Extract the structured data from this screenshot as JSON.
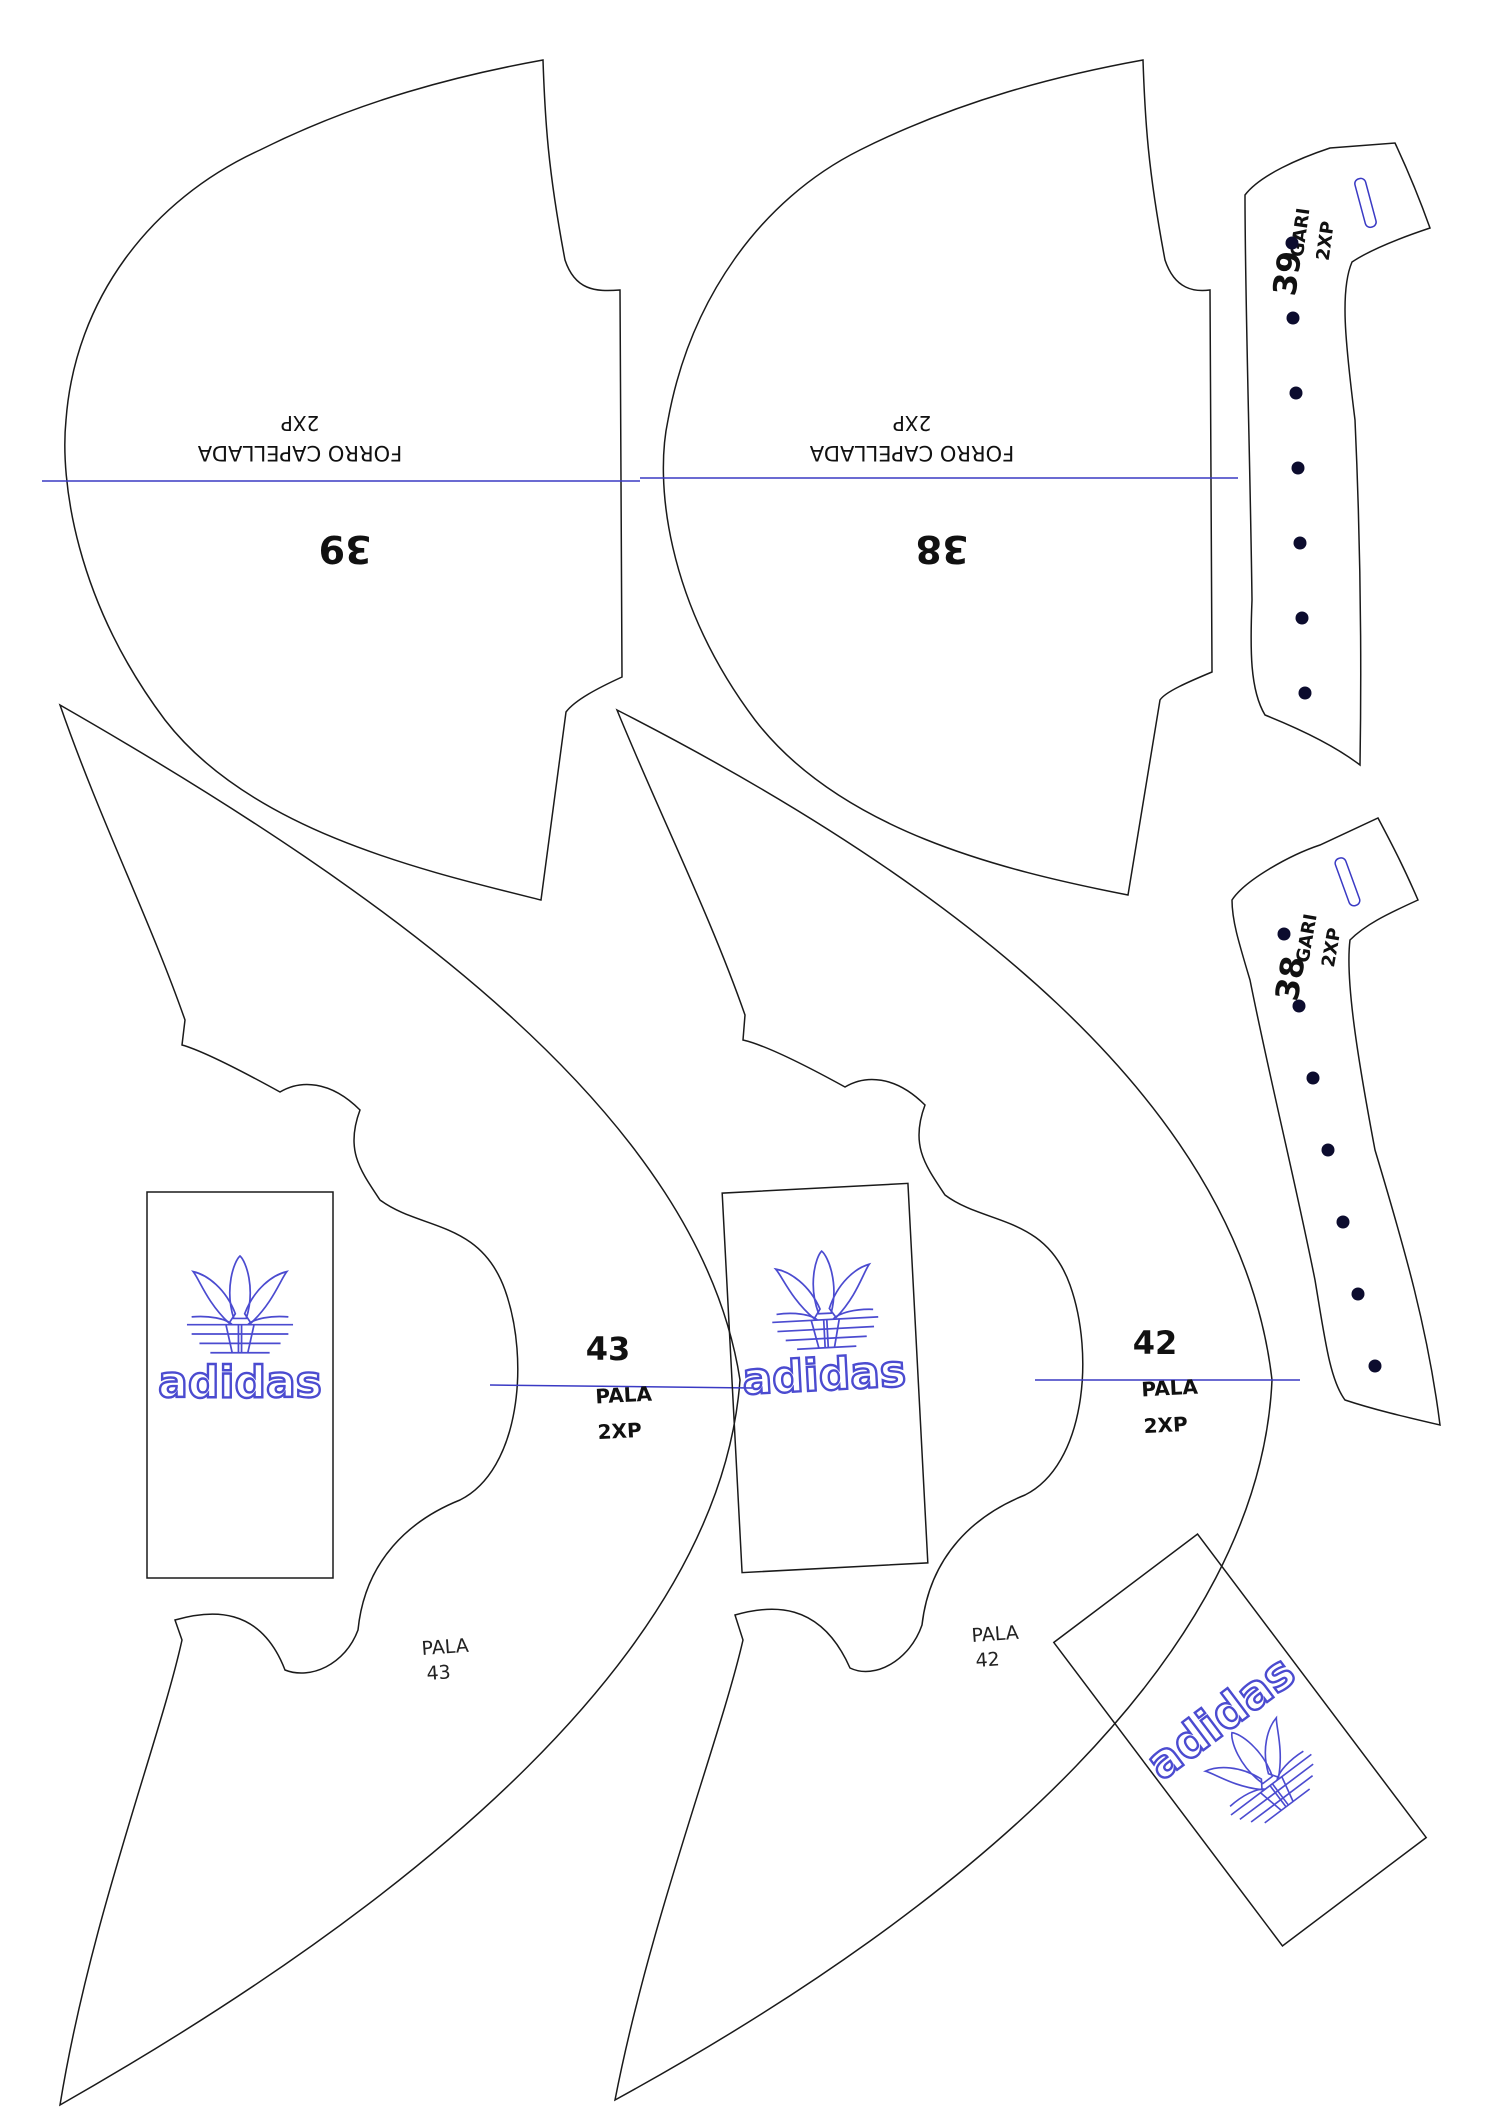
{
  "lining_pieces": [
    {
      "size": "39",
      "name": "FORRO CAPELLADA",
      "qty": "2XP"
    },
    {
      "size": "38",
      "name": "FORRO CAPELLADA",
      "qty": "2XP"
    }
  ],
  "vamp_pieces": [
    {
      "size": "43",
      "name": "PALA",
      "qty": "2XP",
      "note_name": "PALA",
      "note_size": "43"
    },
    {
      "size": "42",
      "name": "PALA",
      "qty": "2XP",
      "note_name": "PALA",
      "note_size": "42"
    }
  ],
  "eyelet_pieces": [
    {
      "size": "39",
      "name": "GARI",
      "qty": "2XP"
    },
    {
      "size": "38",
      "name": "GARI",
      "qty": "2XP"
    }
  ],
  "brand": {
    "wordmark": "adidas",
    "logo_icon": "adidas-trefoil-icon"
  },
  "colors": {
    "cut_line": "#1a1a1a",
    "guide_line": "#3a3ac4",
    "logo": "#4b4bd0",
    "eyelet": "#0c0c2e"
  }
}
